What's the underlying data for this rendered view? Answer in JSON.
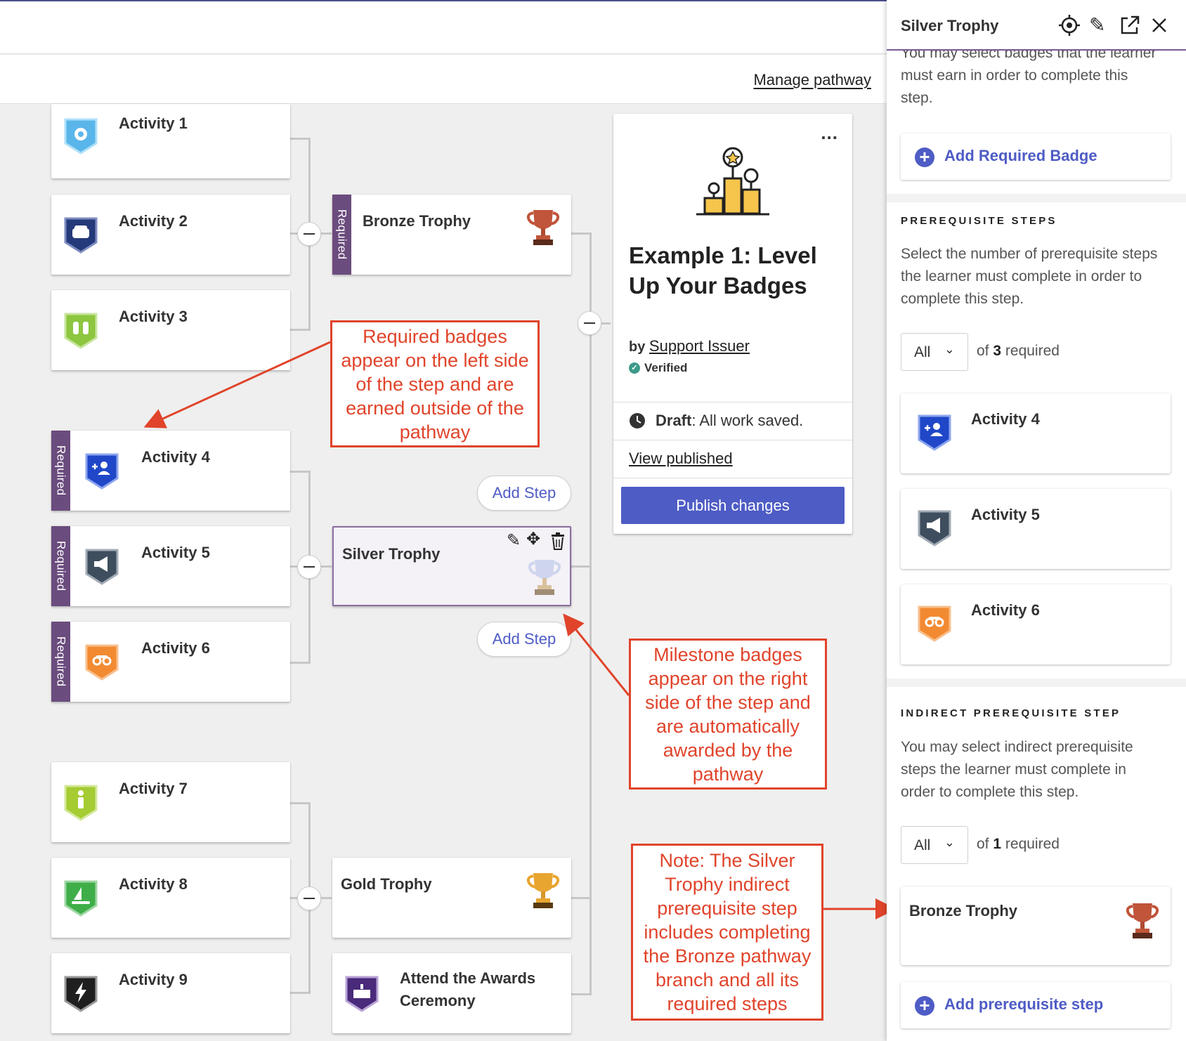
{
  "header": {
    "manage_link": "Manage pathway"
  },
  "pathway": {
    "required_label": "Required",
    "activities": [
      "Activity 1",
      "Activity 2",
      "Activity 3",
      "Activity 4",
      "Activity 5",
      "Activity 6",
      "Activity 7",
      "Activity 8",
      "Activity 9"
    ],
    "steps": {
      "bronze": "Bronze Trophy",
      "silver": "Silver Trophy",
      "gold": "Gold Trophy",
      "ceremony": "Attend the Awards Ceremony"
    },
    "add_step": "Add Step"
  },
  "info_card": {
    "menu": "...",
    "title": "Example 1: Level Up Your Badges",
    "by": "by",
    "issuer": "Support Issuer",
    "verified": "Verified",
    "draft_label": "Draft",
    "draft_text": ": All work saved.",
    "view_published": "View published",
    "publish": "Publish changes"
  },
  "annotations": {
    "required": "Required badges appear on the left side of the step and are earned outside of the pathway",
    "milestone": "Milestone badges appear on the right side of the step and are automatically awarded by the pathway",
    "note": "Note: The Silver Trophy indirect prerequisite step includes completing the Bronze pathway branch and all its required steps"
  },
  "panel": {
    "title": "Silver Trophy",
    "intro_text": "You may select badges that the learner must earn in order to complete this step.",
    "add_required_badge": "Add Required Badge",
    "prereq_label": "PREREQUISITE STEPS",
    "prereq_text": "Select the number of prerequisite steps the learner must complete in order to complete this step.",
    "prereq_select": "All",
    "prereq_of": "of",
    "prereq_count": "3",
    "prereq_required": "required",
    "prereq_items": [
      "Activity 4",
      "Activity 5",
      "Activity 6"
    ],
    "indirect_label": "INDIRECT PREREQUISITE STEP",
    "indirect_text": "You may select indirect prerequisite steps the learner must complete in order to complete this step.",
    "indirect_select": "All",
    "indirect_of": "of",
    "indirect_count": "1",
    "indirect_required": "required",
    "indirect_item": "Bronze Trophy",
    "add_prereq": "Add prerequisite step"
  },
  "colors": {
    "accent": "#4e5cc5",
    "required": "#6b4c7e",
    "annotation": "#e0442b"
  }
}
